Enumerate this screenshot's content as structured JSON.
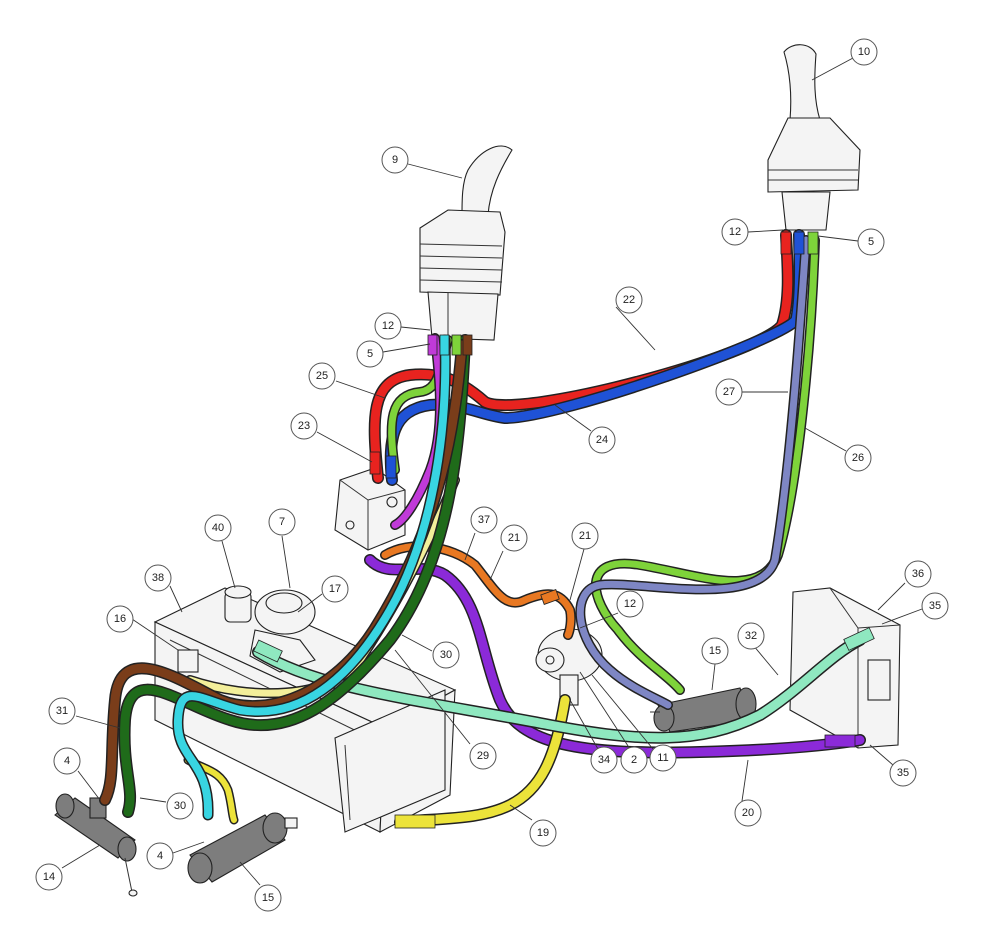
{
  "colors": {
    "red": "#e8231f",
    "blue": "#1f52d6",
    "green": "#7ed33a",
    "light_blue_gray": "#7e86c4",
    "dark_green": "#1f6b1a",
    "brown": "#7a3d1a",
    "cyan": "#38d5e2",
    "purple": "#8b2ad8",
    "magenta": "#c03ad8",
    "orange": "#e87822",
    "yellow": "#ece33a",
    "mint": "#8fe8c0",
    "pale_yellow": "#f3ef9a"
  },
  "callouts": [
    {
      "id": "c10",
      "label": "10"
    },
    {
      "id": "c9",
      "label": "9"
    },
    {
      "id": "c12a",
      "label": "12"
    },
    {
      "id": "c5a",
      "label": "5"
    },
    {
      "id": "c12b",
      "label": "12"
    },
    {
      "id": "c5b",
      "label": "5"
    },
    {
      "id": "c22",
      "label": "22"
    },
    {
      "id": "c25",
      "label": "25"
    },
    {
      "id": "c27",
      "label": "27"
    },
    {
      "id": "c23",
      "label": "23"
    },
    {
      "id": "c24",
      "label": "24"
    },
    {
      "id": "c26",
      "label": "26"
    },
    {
      "id": "c7",
      "label": "7"
    },
    {
      "id": "c40",
      "label": "40"
    },
    {
      "id": "c37",
      "label": "37"
    },
    {
      "id": "c21a",
      "label": "21"
    },
    {
      "id": "c21b",
      "label": "21"
    },
    {
      "id": "c38",
      "label": "38"
    },
    {
      "id": "c17",
      "label": "17"
    },
    {
      "id": "c36",
      "label": "36"
    },
    {
      "id": "c12c",
      "label": "12"
    },
    {
      "id": "c35a",
      "label": "35"
    },
    {
      "id": "c16",
      "label": "16"
    },
    {
      "id": "c30a",
      "label": "30"
    },
    {
      "id": "c15a",
      "label": "15"
    },
    {
      "id": "c32",
      "label": "32"
    },
    {
      "id": "c31",
      "label": "31"
    },
    {
      "id": "c29",
      "label": "29"
    },
    {
      "id": "c34",
      "label": "34"
    },
    {
      "id": "c2",
      "label": "2"
    },
    {
      "id": "c11",
      "label": "11"
    },
    {
      "id": "c35b",
      "label": "35"
    },
    {
      "id": "c4a",
      "label": "4"
    },
    {
      "id": "c20",
      "label": "20"
    },
    {
      "id": "c30b",
      "label": "30"
    },
    {
      "id": "c19",
      "label": "19"
    },
    {
      "id": "c4b",
      "label": "4"
    },
    {
      "id": "c14",
      "label": "14"
    },
    {
      "id": "c15b",
      "label": "15"
    }
  ]
}
